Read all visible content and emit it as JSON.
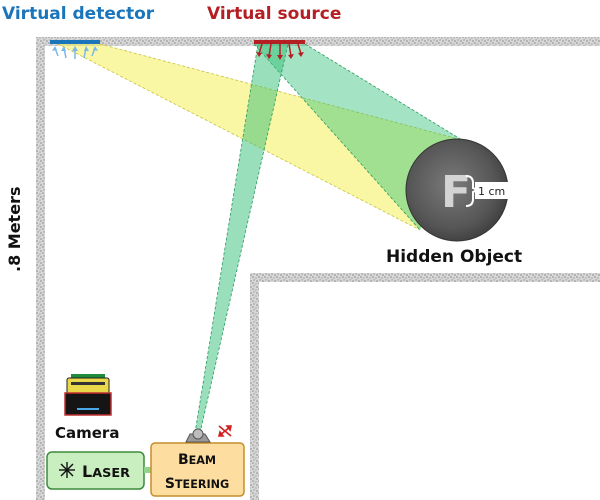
{
  "labels": {
    "virtual_detector": "Virtual detector",
    "virtual_source": "Virtual source",
    "distance": ".8 Meters",
    "hidden_object": "Hidden Object",
    "scale": "1 cm",
    "object_letter": "F",
    "camera": "Camera",
    "laser": "Laser",
    "beam_line1": "Beam",
    "beam_line2": "Steering"
  },
  "colors": {
    "detector": "#1a75bb",
    "source": "#b51f24",
    "laser_fill": "#c9eec0",
    "laser_border": "#3c8c3c",
    "beam_fill": "#fddda0",
    "beam_border": "#c48e2c",
    "green_beam": "#36c07a",
    "yellow_beam": "#f6f05a",
    "object_disc": "#5a5a5a"
  },
  "icons": {
    "camera": "camera-icon",
    "laser": "laser-burst-icon",
    "galvo": "galvo-mirror-icon",
    "mirror": "scan-mirror-icon"
  }
}
